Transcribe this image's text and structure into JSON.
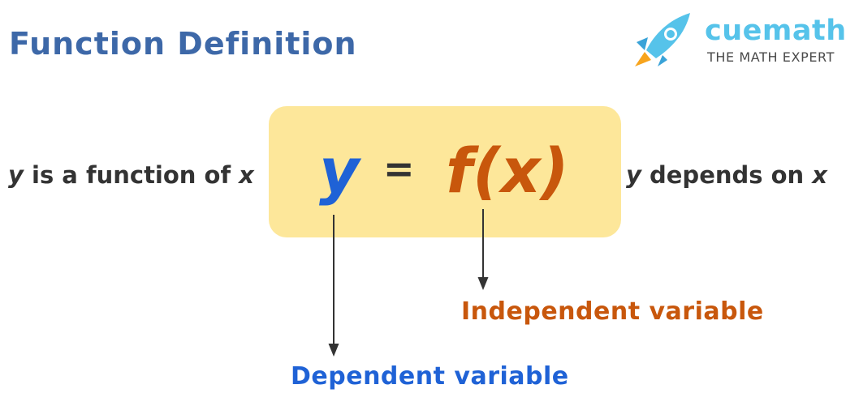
{
  "title": "Function Definition",
  "brand": {
    "name": "cuemath",
    "tagline": "THE MATH EXPERT",
    "icon": "rocket-icon",
    "color": "#56c3ea"
  },
  "equation": {
    "dependent": "y",
    "equals": "=",
    "function": "f(x)"
  },
  "left_text": {
    "var1": "y",
    "middle": " is a function of ",
    "var2": "x"
  },
  "right_text": {
    "var1": "y",
    "middle": " depends on ",
    "var2": "x"
  },
  "labels": {
    "independent": "Independent variable",
    "dependent": "Dependent variable"
  },
  "colors": {
    "title": "#3d68a8",
    "dependent": "#1f62d6",
    "independent": "#c8570c",
    "box": "#fde79a",
    "text": "#333333"
  }
}
